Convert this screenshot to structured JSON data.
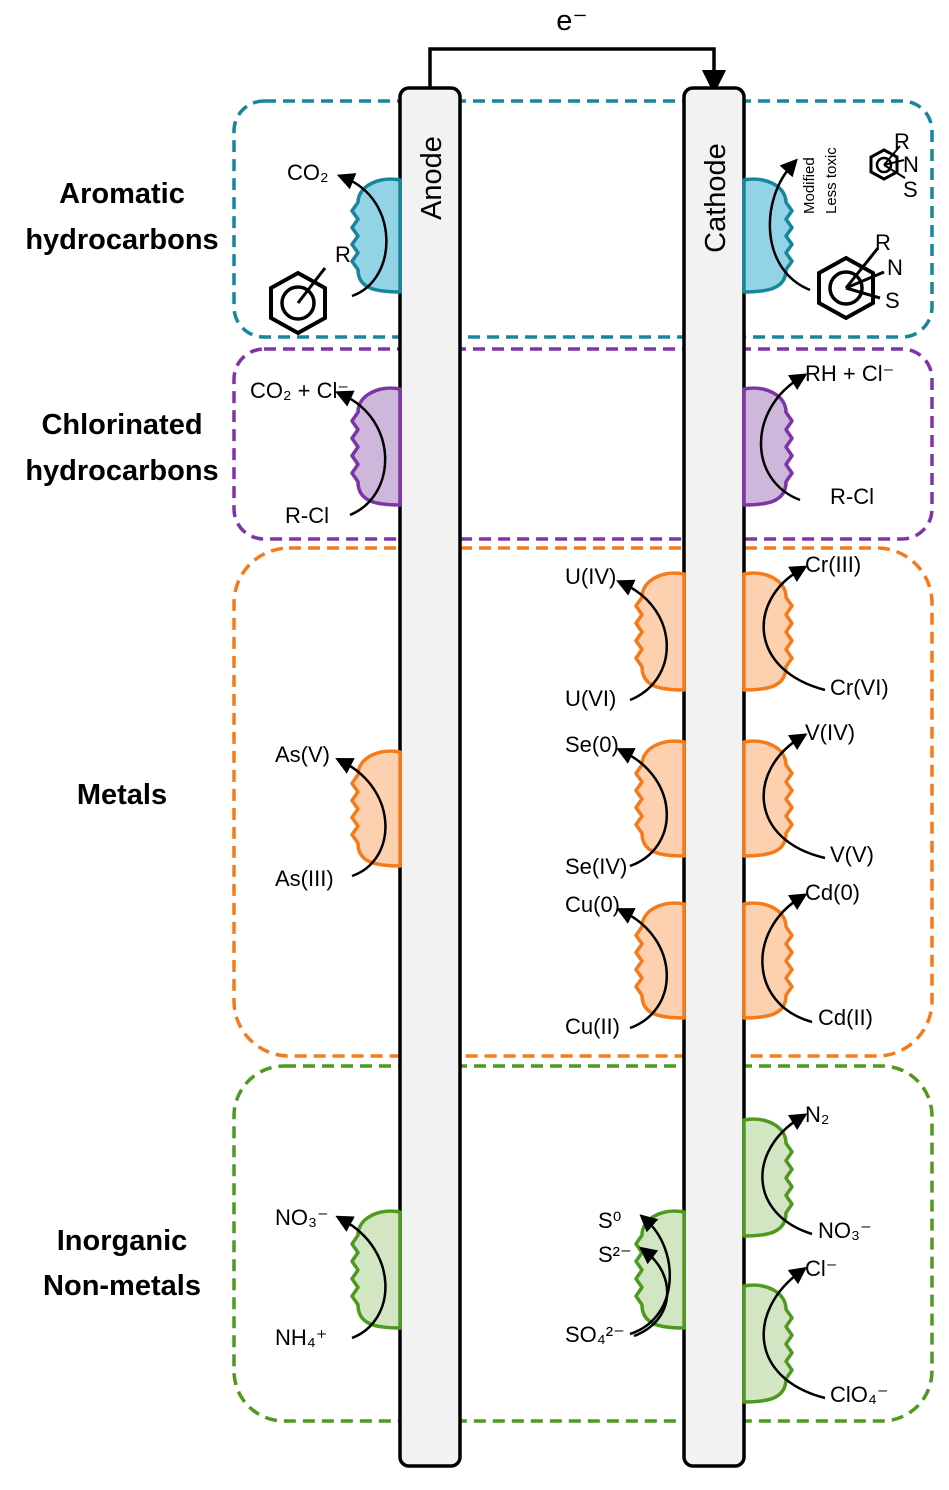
{
  "electron_label": "e⁻",
  "electrodes": {
    "anode": "Anode",
    "cathode": "Cathode"
  },
  "colors": {
    "aromatic": "#17869b",
    "aromatic_fill": "#92d4e6",
    "chlorinated": "#7e34a5",
    "chlorinated_fill": "#cdb8dc",
    "metals": "#f57a1a",
    "metals_fill": "#fdd1b0",
    "inorganic": "#4e9a1e",
    "inorganic_fill": "#d3e6c3",
    "electrode_fill": "#f2f2f2"
  },
  "categories": {
    "aromatic": {
      "line1": "Aromatic",
      "line2": "hydrocarbons"
    },
    "chlorinated": {
      "line1": "Chlorinated",
      "line2": "hydrocarbons"
    },
    "metals": {
      "line1": "Metals"
    },
    "inorganic": {
      "line1": "Inorganic",
      "line2": "Non-metals"
    }
  },
  "aromatic": {
    "anode_product": "CO₂",
    "anode_r": "R",
    "cathode_modified": "Modified",
    "cathode_less_toxic": "Less toxic",
    "atom_r": "R",
    "atom_n": "N",
    "atom_s": "S"
  },
  "chlorinated": {
    "anode_product": "CO₂ + Cl⁻",
    "anode_reactant": "R-Cl",
    "cathode_product": "RH + Cl⁻",
    "cathode_reactant": "R-Cl"
  },
  "metals": {
    "as_product": "As(V)",
    "as_reactant": "As(III)",
    "u_product": "U(IV)",
    "u_reactant": "U(VI)",
    "se_product": "Se(0)",
    "se_reactant": "Se(IV)",
    "cu_product": "Cu(0)",
    "cu_reactant": "Cu(II)",
    "cr_product": "Cr(III)",
    "cr_reactant": "Cr(VI)",
    "v_product": "V(IV)",
    "v_reactant": "V(V)",
    "cd_product": "Cd(0)",
    "cd_reactant": "Cd(II)"
  },
  "inorganic": {
    "anode_product": "NO₃⁻",
    "anode_reactant": "NH₄⁺",
    "s0_product": "S⁰",
    "s2_product": "S²⁻",
    "so4_reactant": "SO₄²⁻",
    "n2_product": "N₂",
    "no3_reactant": "NO₃⁻",
    "cl_product": "Cl⁻",
    "clo4_reactant": "ClO₄⁻"
  }
}
